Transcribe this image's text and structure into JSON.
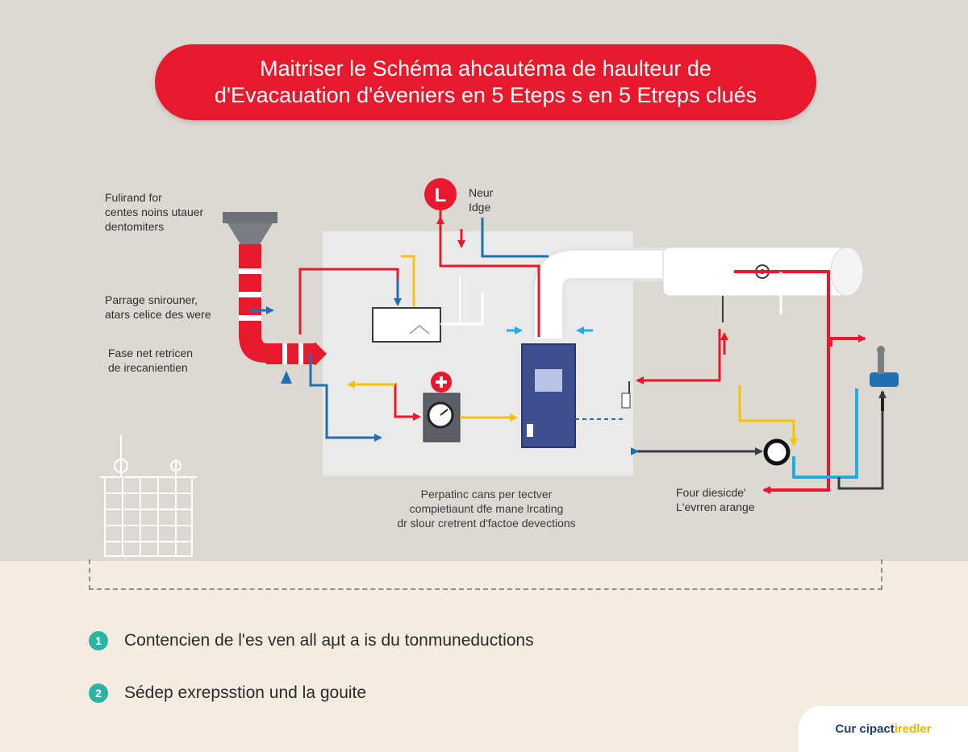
{
  "title": {
    "line1": "Maitriser le Schéma ahcautéma de haulteur de",
    "line2": "d'Evacauation d'éveniers en 5 Eteps s en 5 Etreps clués"
  },
  "labels": {
    "top_left": [
      "Fulirand for",
      "centes noins utauer",
      "dentomiters"
    ],
    "mid_left": [
      "Parrage snirouner,",
      "atars celice des were"
    ],
    "lower_left": [
      "Fase net retricen",
      "de irecanientien"
    ],
    "top_center": [
      "Neur",
      "Idge"
    ],
    "bottom_center": [
      "Perpatinc cans per tectver",
      "compietiaunt dfe mane lrcating",
      "dr slour cretrent d'factoe devections"
    ],
    "right": [
      "Four diesicde'",
      "L'evrren arange"
    ]
  },
  "badge_letter": "L",
  "steps": [
    {
      "number": "1",
      "text": "Contencien de l'es ven all aμt a is du tonmuneductions"
    },
    {
      "number": "2",
      "text": "Sédep exrepsstion und la gouite"
    }
  ],
  "brand": {
    "part1": "Cur cipact",
    "part2": " iredler"
  },
  "colors": {
    "red": "#e8192c",
    "blue": "#1f6fb5",
    "cyan": "#27a9e1",
    "yellow": "#f4c20d",
    "navy": "#3d4f8e",
    "teal": "#2bb3a3"
  },
  "icons": [
    "chimney-icon",
    "boiler-unit-icon",
    "pressure-gauge-icon",
    "plus-icon",
    "heat-exchanger-icon",
    "valve-icon",
    "building-icon",
    "flue-pipe-icon"
  ]
}
